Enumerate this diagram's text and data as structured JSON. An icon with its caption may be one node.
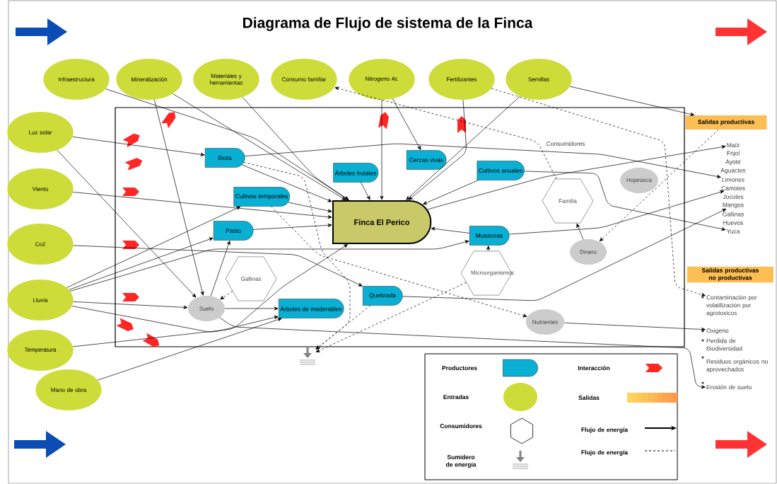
{
  "diagram": {
    "title": "Diagrama de Flujo de sistema de la Finca",
    "nodes": [
      {
        "text": [
          "Infraestructura"
        ]
      },
      {
        "text": [
          "Mineralización"
        ]
      },
      {
        "text": [
          "Materiales y herramientas"
        ]
      },
      {
        "text": [
          "Consumo familiar"
        ]
      },
      {
        "text": [
          "Nitrogeno At."
        ]
      },
      {
        "text": [
          "Fertilizantes"
        ]
      },
      {
        "text": [
          "Semillas"
        ]
      },
      {
        "text": [
          "Luz solar"
        ]
      },
      {
        "text": [
          "Viento"
        ]
      },
      {
        "text": [
          "Co2"
        ]
      },
      {
        "text": [
          "Lluvia"
        ]
      },
      {
        "text": [
          "Temperatura"
        ]
      },
      {
        "text": [
          "Mano de obra"
        ]
      },
      {
        "text": [
          "Biota"
        ]
      },
      {
        "text": [
          "Árboles frutales"
        ]
      },
      {
        "text": [
          "Cercas vivas"
        ]
      },
      {
        "text": [
          "Cultivos anuales"
        ]
      },
      {
        "text": [
          "Cultivos temporales"
        ]
      },
      {
        "text": [
          "Finca El Perico"
        ]
      },
      {
        "text": [
          "Pasto"
        ]
      },
      {
        "text": [
          "Musaceas"
        ]
      },
      {
        "text": [
          "Quebrada"
        ]
      },
      {
        "text": [
          "Árboles de maderables"
        ]
      },
      {
        "text": [
          "Familia"
        ]
      },
      {
        "text": [
          "Gallinas"
        ]
      },
      {
        "text": [
          "Microorganismos"
        ]
      },
      {
        "text": [
          "Hojarasca"
        ]
      },
      {
        "text": [
          "Dinero"
        ]
      },
      {
        "text": [
          "Suelo"
        ]
      },
      {
        "text": [
          "Nutrientes"
        ]
      },
      {
        "text": [
          "Salidas productivas"
        ]
      },
      {
        "text": [
          "Salidas productivas no productivas"
        ]
      },
      {
        "text": [
          "Maíz"
        ]
      },
      {
        "text": [
          "Frijol"
        ]
      },
      {
        "text": [
          "Ayote"
        ]
      },
      {
        "text": [
          "Aguactes"
        ]
      },
      {
        "text": [
          "Limones"
        ]
      },
      {
        "text": [
          "Camotes"
        ]
      },
      {
        "text": [
          "Jocotes"
        ]
      },
      {
        "text": [
          "Mangos"
        ]
      },
      {
        "text": [
          "Gallinas"
        ]
      },
      {
        "text": [
          "Huevos"
        ]
      },
      {
        "text": [
          "Yuca"
        ]
      },
      {
        "text": [
          "Contaminación por volatilización por agrotoxicos"
        ]
      },
      {
        "text": [
          "Oxigeno"
        ]
      },
      {
        "text": [
          "Perdida de Biodiversidad"
        ]
      },
      {
        "text": [
          "Residuos orgánicos no aprovechados"
        ]
      },
      {
        "text": [
          "Erosión de suelo"
        ]
      },
      {
        "text": [],
        "shape": "sink"
      }
    ],
    "edges": [
      {
        "from": 0,
        "to": 18,
        "arrow": "to"
      },
      {
        "from": 1,
        "to": 28,
        "arrow": "to"
      },
      {
        "from": 1,
        "to": 18,
        "arrow": "to"
      },
      {
        "from": 2,
        "to": 18,
        "arrow": "to"
      },
      {
        "from": 23,
        "to": 3,
        "arrow": "to",
        "style": "dashed"
      },
      {
        "from": 4,
        "to": 18,
        "arrow": "to"
      },
      {
        "from": 4,
        "to": 15,
        "arrow": "to"
      },
      {
        "from": 5,
        "to": 18,
        "arrow": "to"
      },
      {
        "from": 5,
        "to": 43,
        "arrow": "to",
        "style": "dashed"
      },
      {
        "from": 6,
        "to": 30,
        "arrow": "to"
      },
      {
        "from": 6,
        "to": 18,
        "arrow": "to"
      },
      {
        "from": 7,
        "to": 13,
        "arrow": "to"
      },
      {
        "from": 7,
        "to": 28,
        "arrow": "to"
      },
      {
        "from": 8,
        "to": 18,
        "arrow": "to"
      },
      {
        "from": 9,
        "to": 21,
        "arrow": "to"
      },
      {
        "from": 10,
        "to": 28,
        "arrow": "to"
      },
      {
        "from": 10,
        "to": 22,
        "arrow": "to"
      },
      {
        "from": 10,
        "to": 17,
        "arrow": "to"
      },
      {
        "from": 10,
        "to": 19,
        "arrow": "to"
      },
      {
        "from": 10,
        "to": 20,
        "arrow": "to"
      },
      {
        "from": 11,
        "to": 18,
        "arrow": "to"
      },
      {
        "from": 12,
        "to": 22,
        "arrow": "to"
      },
      {
        "from": 13,
        "to": 18,
        "arrow": "to"
      },
      {
        "from": 17,
        "to": 18,
        "arrow": "to"
      },
      {
        "from": 14,
        "to": 18,
        "arrow": "to"
      },
      {
        "from": 16,
        "to": 18,
        "arrow": "to"
      },
      {
        "from": 19,
        "to": 18,
        "arrow": "to"
      },
      {
        "from": 20,
        "to": 18,
        "arrow": "to"
      },
      {
        "from": 28,
        "to": 19,
        "arrow": "to"
      },
      {
        "from": 28,
        "to": 22,
        "arrow": "to"
      },
      {
        "from": 24,
        "to": 28,
        "arrow": "to",
        "style": "dashed"
      },
      {
        "from": 25,
        "to": 20,
        "arrow": "to"
      },
      {
        "from": 17,
        "to": 29,
        "arrow": "to",
        "style": "dashed"
      },
      {
        "from": 13,
        "to": 48,
        "arrow": "to",
        "style": "dashed"
      },
      {
        "from": 27,
        "to": 23,
        "arrow": "to"
      },
      {
        "from": 30,
        "to": 27,
        "arrow": "to",
        "style": "dashed"
      },
      {
        "from": 18,
        "to": 32,
        "arrow": "to"
      },
      {
        "from": 13,
        "to": 36,
        "arrow": "to"
      },
      {
        "from": 20,
        "to": 37,
        "arrow": "to"
      },
      {
        "from": 21,
        "to": 39,
        "arrow": "to"
      },
      {
        "from": 16,
        "to": 42,
        "arrow": "to"
      },
      {
        "from": 29,
        "to": 44,
        "arrow": "to"
      },
      {
        "from": 28,
        "to": 47,
        "arrow": "to"
      },
      {
        "from": 25,
        "to": 48,
        "arrow": "to",
        "style": "dashed"
      },
      {
        "from": 21,
        "to": 48,
        "arrow": "to",
        "style": "dashed"
      }
    ],
    "labels": [
      "Consumidores"
    ],
    "legend": [
      {
        "text": "Productores"
      },
      {
        "text": "Interacción"
      },
      {
        "text": "Entradas"
      },
      {
        "text": "Salidas",
        "color": "#fb9a4a"
      },
      {
        "text": "Consumidores"
      },
      {
        "text": "Flujo de energía"
      },
      {
        "text": "Sumidero de energía"
      },
      {
        "text": "Flujo de energía"
      }
    ]
  }
}
